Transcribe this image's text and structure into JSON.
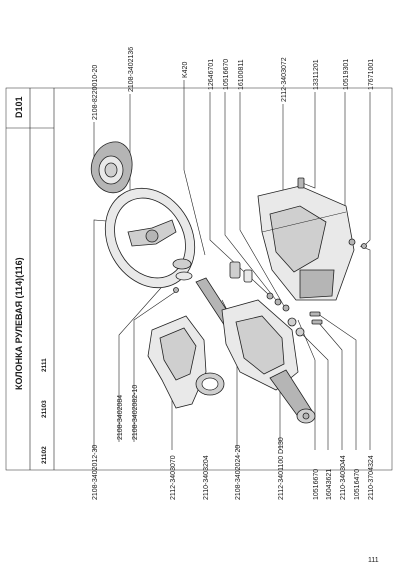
{
  "header": {
    "code": "D101",
    "title": "КОЛОНКА  РУЛЕВАЯ (114)(116)",
    "models": [
      "21102",
      "21103",
      "2111"
    ]
  },
  "top_labels": [
    "2108-8220010-20",
    "2108-3402136",
    "K420",
    "12646701",
    "10516670",
    "16100811",
    "2112-3403072",
    "13311201",
    "10519301",
    "17671001"
  ],
  "bottom_labels": [
    "2108-3402012-30",
    "2108-3402084",
    "2108-3402082-10",
    "2112-3403070",
    "2110-3403204",
    "2108-3402024-20",
    "2112-3401100  D130",
    "10516670",
    "16043621",
    "2110-3403044",
    "10516470",
    "2110-3704324"
  ],
  "page_number": "111"
}
